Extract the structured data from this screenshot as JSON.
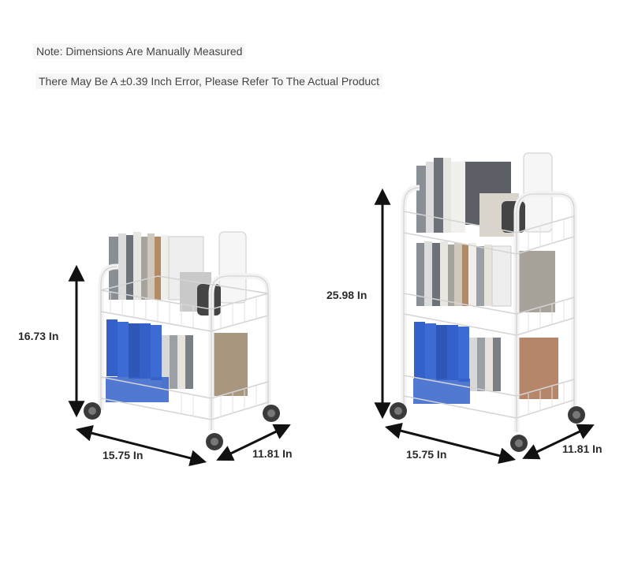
{
  "notes": {
    "line1": "Note: Dimensions Are Manually Measured",
    "line2": "There May Be A ±0.39 Inch Error, Please Refer To The Actual Product"
  },
  "cart_small": {
    "height_label": "16.73 In",
    "width_label": "15.75 In",
    "depth_label": "11.81 In"
  },
  "cart_large": {
    "height_label": "25.98 In",
    "width_label": "15.75 In",
    "depth_label": "11.81 In"
  },
  "colors": {
    "frame": "#f2f2f2",
    "frame_stroke": "#cfcfcf",
    "binder_blue": "#3461c9",
    "wheel": "#3a3a3a",
    "arrow": "#111111"
  }
}
